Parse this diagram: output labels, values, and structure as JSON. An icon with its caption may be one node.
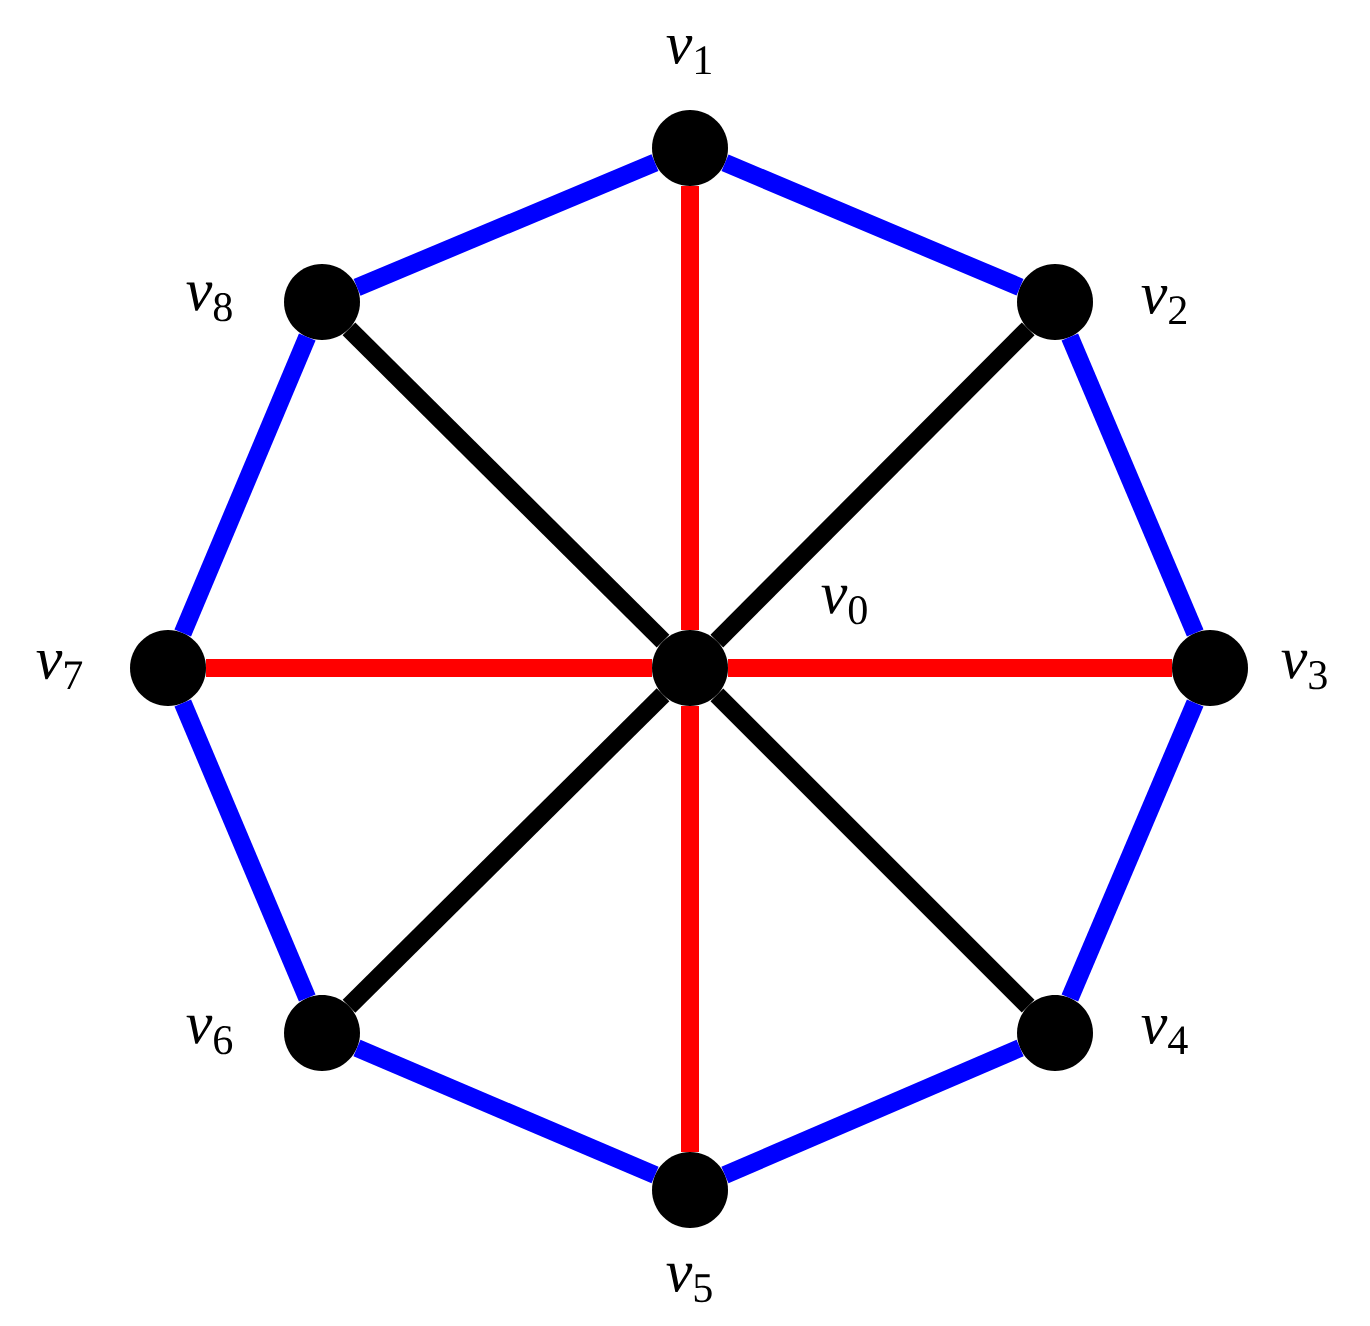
{
  "diagram": {
    "nodes": [
      {
        "text": [],
        "shape": "circle",
        "beside": [
          "*v*$_{0}$"
        ]
      },
      {
        "text": [],
        "shape": "circle",
        "beside": [
          "*v*$_{1}$"
        ]
      },
      {
        "text": [],
        "shape": "circle",
        "beside": [
          "*v*$_{2}$"
        ]
      },
      {
        "text": [],
        "shape": "circle",
        "beside": [
          "*v*$_{3}$"
        ]
      },
      {
        "text": [],
        "shape": "circle",
        "beside": [
          "*v*$_{4}$"
        ]
      },
      {
        "text": [],
        "shape": "circle",
        "beside": [
          "*v*$_{5}$"
        ]
      },
      {
        "text": [],
        "shape": "circle",
        "beside": [
          "*v*$_{6}$"
        ]
      },
      {
        "text": [],
        "shape": "circle",
        "beside": [
          "*v*$_{7}$"
        ]
      },
      {
        "text": [],
        "shape": "circle",
        "beside": [
          "*v*$_{8}$"
        ]
      }
    ],
    "edges": [
      {
        "from": 1,
        "to": 2,
        "arrow": "none",
        "color": "#0000ff"
      },
      {
        "from": 2,
        "to": 3,
        "arrow": "none",
        "color": "#0000ff"
      },
      {
        "from": 3,
        "to": 4,
        "arrow": "none",
        "color": "#0000ff"
      },
      {
        "from": 4,
        "to": 5,
        "arrow": "none",
        "color": "#0000ff"
      },
      {
        "from": 5,
        "to": 6,
        "arrow": "none",
        "color": "#0000ff"
      },
      {
        "from": 6,
        "to": 7,
        "arrow": "none",
        "color": "#0000ff"
      },
      {
        "from": 7,
        "to": 8,
        "arrow": "none",
        "color": "#0000ff"
      },
      {
        "from": 8,
        "to": 1,
        "arrow": "none",
        "color": "#0000ff"
      },
      {
        "from": 0,
        "to": 1,
        "arrow": "none",
        "color": "#ff0000"
      },
      {
        "from": 0,
        "to": 2,
        "arrow": "none",
        "color": "#000000"
      },
      {
        "from": 0,
        "to": 3,
        "arrow": "none",
        "color": "#ff0000"
      },
      {
        "from": 0,
        "to": 4,
        "arrow": "none",
        "color": "#000000"
      },
      {
        "from": 0,
        "to": 5,
        "arrow": "none",
        "color": "#ff0000"
      },
      {
        "from": 0,
        "to": 6,
        "arrow": "none",
        "color": "#000000"
      },
      {
        "from": 0,
        "to": 7,
        "arrow": "none",
        "color": "#ff0000"
      },
      {
        "from": 0,
        "to": 8,
        "arrow": "none",
        "color": "#000000"
      }
    ]
  }
}
